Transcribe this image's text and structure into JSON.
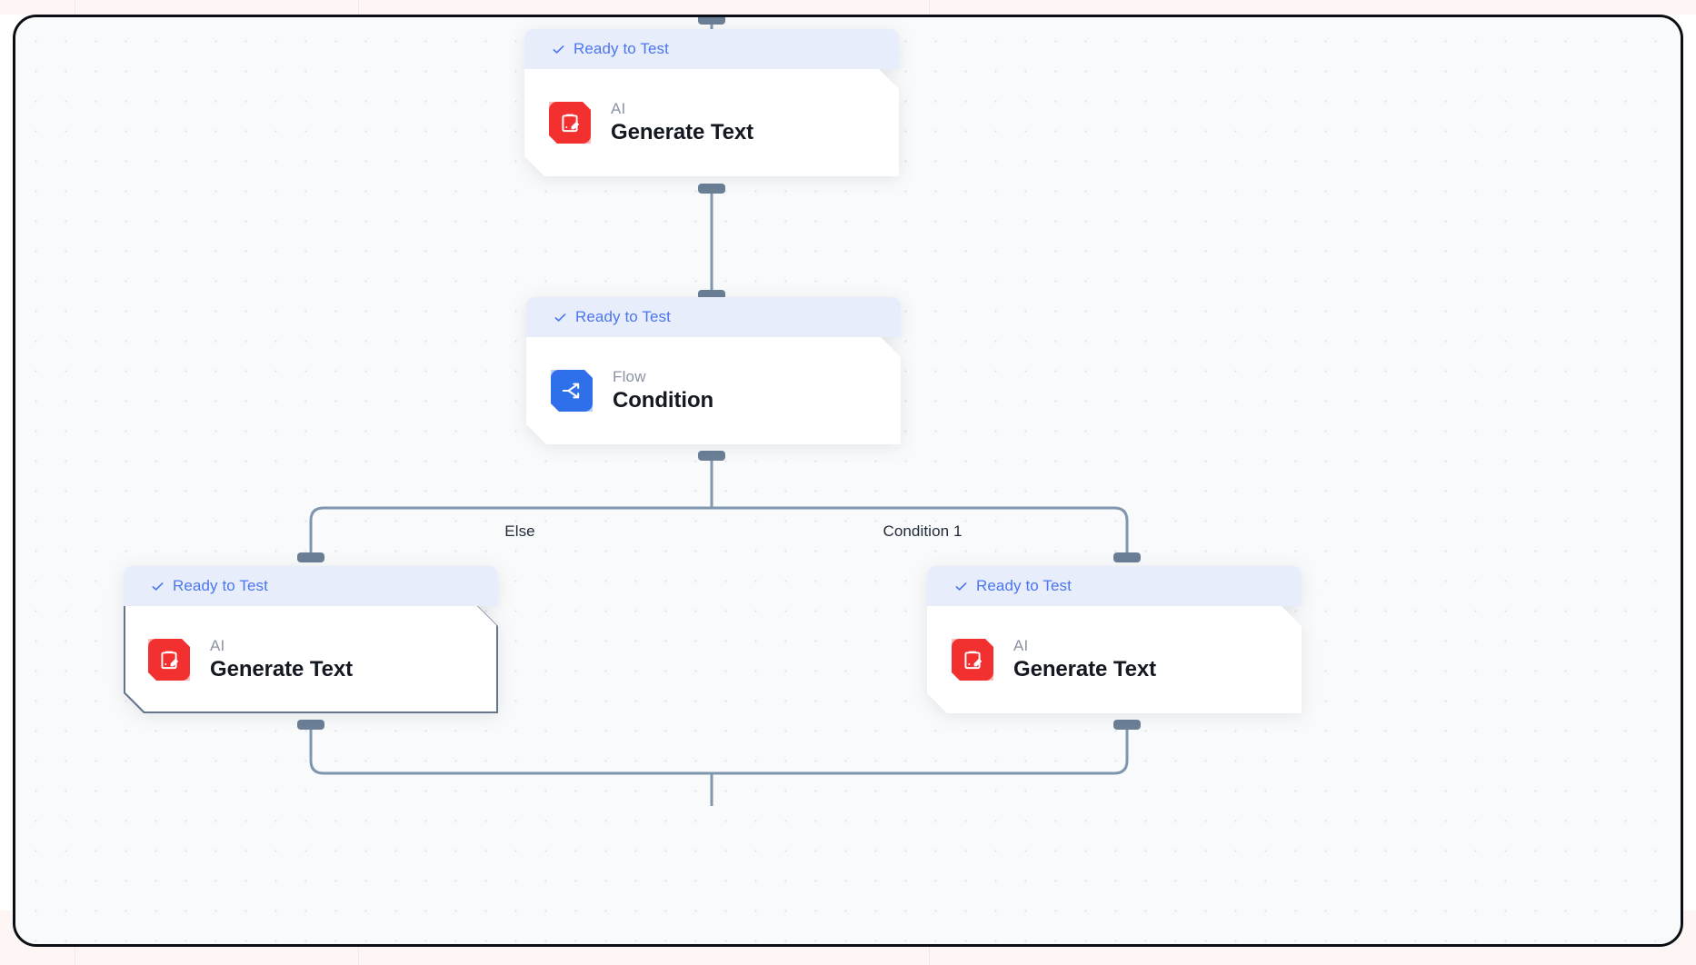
{
  "canvas": {
    "background_color": "#f9fafb",
    "grid_dot_color": "#c9ced8",
    "frame_border_color": "#0b0e14"
  },
  "theme": {
    "status_bg": "#e8edfb",
    "status_text": "#4a76f0",
    "edge_color": "#8096ae",
    "handle_color": "#6b7f96",
    "ai_icon_color": "#f23030",
    "flow_icon_color": "#2f6fea",
    "selected_border_color": "#64748b"
  },
  "nodes": [
    {
      "id": "generate-text-top",
      "status": "Ready to Test",
      "kind": "AI",
      "title": "Generate Text",
      "icon": "clipboard-pencil-icon",
      "icon_tone": "red",
      "selected": false
    },
    {
      "id": "condition",
      "status": "Ready to Test",
      "kind": "Flow",
      "title": "Condition",
      "icon": "branch-arrow-icon",
      "icon_tone": "blue",
      "selected": false
    },
    {
      "id": "generate-text-else",
      "status": "Ready to Test",
      "kind": "AI",
      "title": "Generate Text",
      "icon": "clipboard-pencil-icon",
      "icon_tone": "red",
      "selected": true
    },
    {
      "id": "generate-text-condition-1",
      "status": "Ready to Test",
      "kind": "AI",
      "title": "Generate Text",
      "icon": "clipboard-pencil-icon",
      "icon_tone": "red",
      "selected": false
    }
  ],
  "edges": [
    {
      "id": "edge-top-to-condition",
      "label": ""
    },
    {
      "id": "edge-condition-else",
      "label": "Else"
    },
    {
      "id": "edge-condition-branch-1",
      "label": "Condition 1"
    },
    {
      "id": "edge-merge",
      "label": ""
    }
  ]
}
